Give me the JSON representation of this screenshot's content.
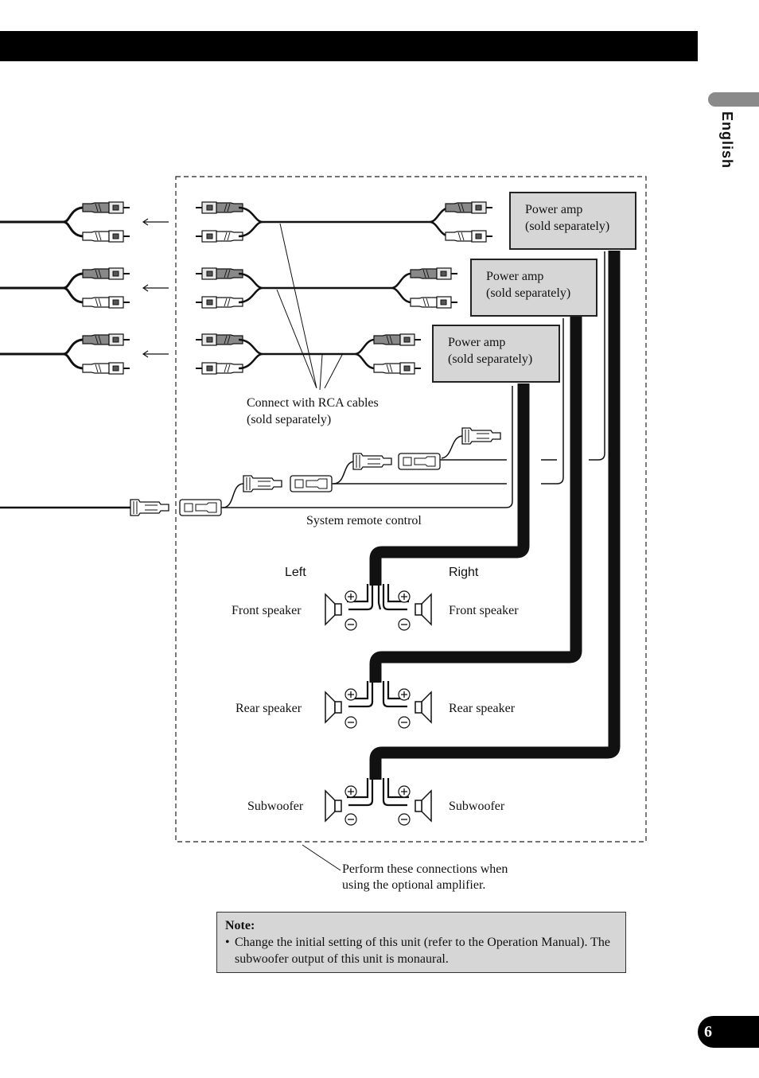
{
  "header": {
    "language_tab": "English"
  },
  "amps": [
    {
      "line1": "Power amp",
      "line2": "(sold separately)"
    },
    {
      "line1": "Power amp",
      "line2": "(sold separately)"
    },
    {
      "line1": "Power amp",
      "line2": "(sold separately)"
    }
  ],
  "labels": {
    "rca_line1": "Connect with RCA cables",
    "rca_line2": "(sold separately)",
    "remote": "System remote control",
    "left": "Left",
    "right": "Right",
    "front_left": "Front speaker",
    "front_right": "Front speaker",
    "rear_left": "Rear speaker",
    "rear_right": "Rear speaker",
    "sub_left": "Subwoofer",
    "sub_right": "Subwoofer",
    "optional_line1": "Perform these connections when",
    "optional_line2": "using the optional amplifier."
  },
  "note": {
    "title": "Note:",
    "bullet": "•",
    "text": "Change the initial setting of this unit (refer to the Operation Manual). The subwoofer output of this unit is monaural."
  },
  "page_number": "6"
}
